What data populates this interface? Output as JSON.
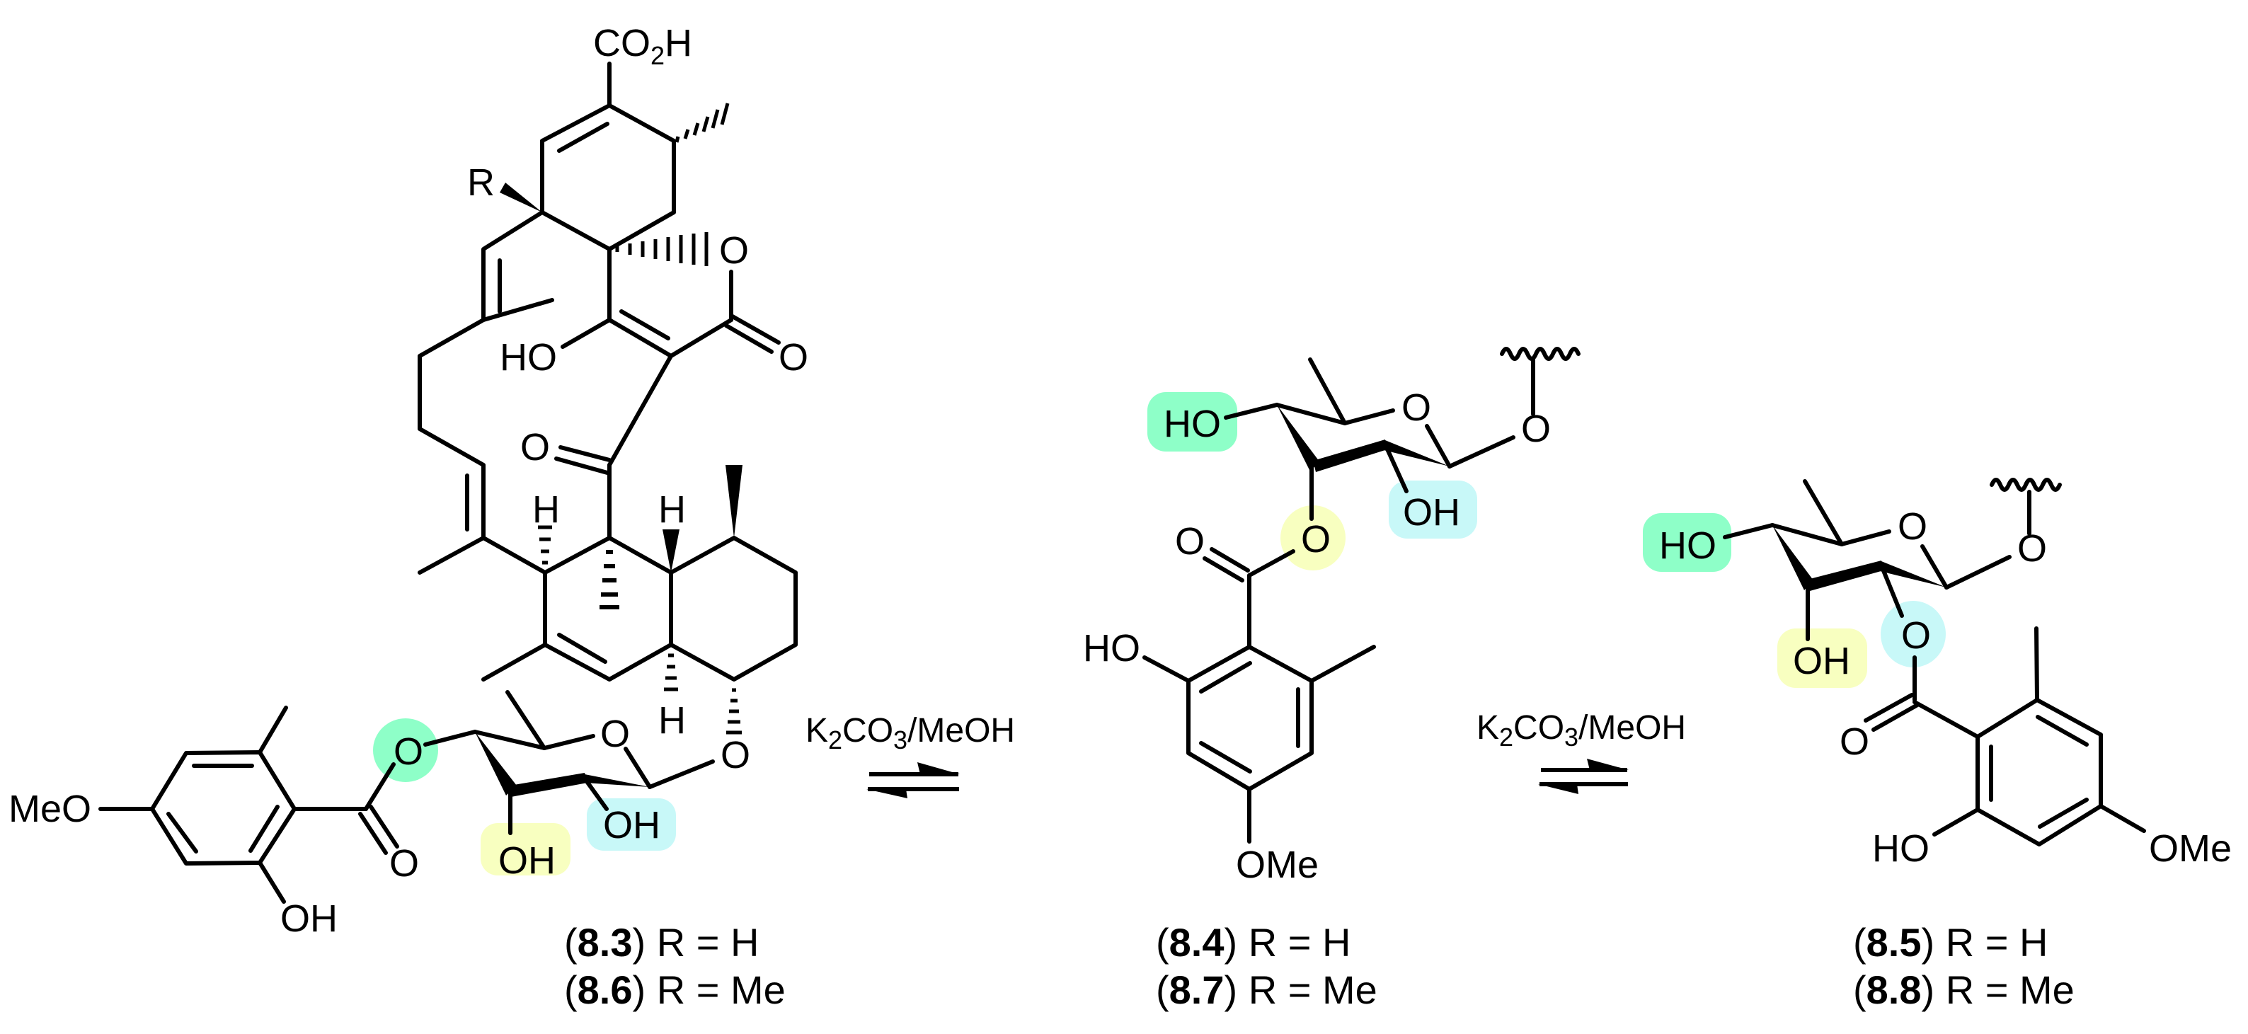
{
  "figure": {
    "type": "reaction_scheme",
    "description": "Acyl migration of orsellinate ester on sugar under K2CO3/MeOH equilibria",
    "highlight_colors": {
      "green": "#8effc8",
      "yellow": "#f8ffc0",
      "cyan": "#c8f8f8"
    }
  },
  "compound_1": {
    "labels": {
      "co2h_c": "CO",
      "co2h_sub": "2",
      "co2h_h": "H",
      "r": "R",
      "lactone_o": "O",
      "lactone_carbonyl_o": "O",
      "enol_ho": "HO",
      "ketone_o": "O",
      "h_left": "H",
      "h_fusion": "H",
      "h_bottom": "H",
      "glyco_o": "O",
      "ring_o": "O",
      "ester_o": "O",
      "carbonyl_o": "O",
      "oh_yellow": "OH",
      "oh_cyan": "OH",
      "meo": "MeO",
      "aryl_oh": "OH"
    },
    "caption_lines": [
      {
        "id": "8.3",
        "open": "(",
        "close": ")",
        "rest": " R = H"
      },
      {
        "id": "8.6",
        "open": "(",
        "close": ")",
        "rest": " R = Me"
      }
    ]
  },
  "arrow_1": {
    "reagent_pre": "K",
    "sub1": "2",
    "mid": "CO",
    "sub2": "3",
    "post": "/MeOH",
    "type": "equilibrium"
  },
  "compound_2": {
    "labels": {
      "ho_green": "HO",
      "ring_o": "O",
      "glyco_o": "O",
      "oh_cyan": "OH",
      "ester_o": "O",
      "carbonyl_o": "O",
      "aryl_ho": "HO",
      "ome": "OMe"
    },
    "caption_lines": [
      {
        "id": "8.4",
        "open": "(",
        "close": ")",
        "rest": " R = H"
      },
      {
        "id": "8.7",
        "open": "(",
        "close": ")",
        "rest": " R = Me"
      }
    ]
  },
  "arrow_2": {
    "reagent_pre": "K",
    "sub1": "2",
    "mid": "CO",
    "sub2": "3",
    "post": "/MeOH",
    "type": "equilibrium"
  },
  "compound_3": {
    "labels": {
      "ho_green": "HO",
      "ring_o": "O",
      "glyco_o": "O",
      "oh_yellow": "OH",
      "ester_o": "O",
      "carbonyl_o": "O",
      "aryl_ho": "HO",
      "ome": "OMe"
    },
    "caption_lines": [
      {
        "id": "8.5",
        "open": "(",
        "close": ")",
        "rest": " R = H"
      },
      {
        "id": "8.8",
        "open": "(",
        "close": ")",
        "rest": " R = Me"
      }
    ]
  }
}
